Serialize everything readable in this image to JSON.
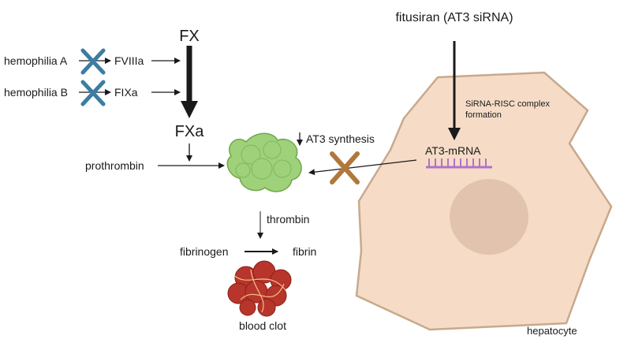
{
  "labels": {
    "fx": "FX",
    "fxa": "FXa",
    "hemophilia_a": "hemophilia A",
    "hemophilia_b": "hemophilia B",
    "fviiia": "FVIIIa",
    "fixa": "FIXa",
    "prothrombin": "prothrombin",
    "at3_synthesis": "AT3 synthesis",
    "thrombin": "thrombin",
    "fibrinogen": "fibrinogen",
    "fibrin": "fibrin",
    "blood_clot": "blood clot",
    "fitusiran": "fitusiran (AT3 siRNA)",
    "sirna_risc_line1": "SiRNA-RISC complex",
    "sirna_risc_line2": "formation",
    "at3_mrna": "AT3-mRNA",
    "hepatocyte": "hepatocyte"
  },
  "colors": {
    "block_x": "#3d7ca3",
    "cancel_x": "#b0783a",
    "cell_fill": "#f6dcc6",
    "cell_stroke": "#c7a98c",
    "nucleus_fill": "#e2c4ae",
    "mrna": "#b072c8",
    "at3_fill": "#9fd17a",
    "clot": "#b8352b"
  }
}
